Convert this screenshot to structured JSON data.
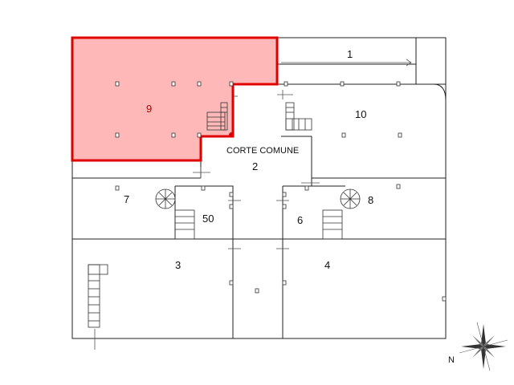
{
  "plan": {
    "units": [
      {
        "id": "unit-1",
        "label": "1"
      },
      {
        "id": "unit-9",
        "label": "9",
        "highlighted": true
      },
      {
        "id": "unit-10",
        "label": "10"
      },
      {
        "id": "unit-2",
        "label": "2"
      },
      {
        "id": "unit-7",
        "label": "7"
      },
      {
        "id": "unit-50",
        "label": "50"
      },
      {
        "id": "unit-6",
        "label": "6"
      },
      {
        "id": "unit-8",
        "label": "8"
      },
      {
        "id": "unit-3",
        "label": "3"
      },
      {
        "id": "unit-4",
        "label": "4"
      }
    ],
    "courtyard_label": "CORTE COMUNE",
    "compass_label": "N",
    "colors": {
      "highlight_fill": "#ffb8b8",
      "highlight_stroke": "#e00000",
      "wall": "#222222"
    }
  }
}
